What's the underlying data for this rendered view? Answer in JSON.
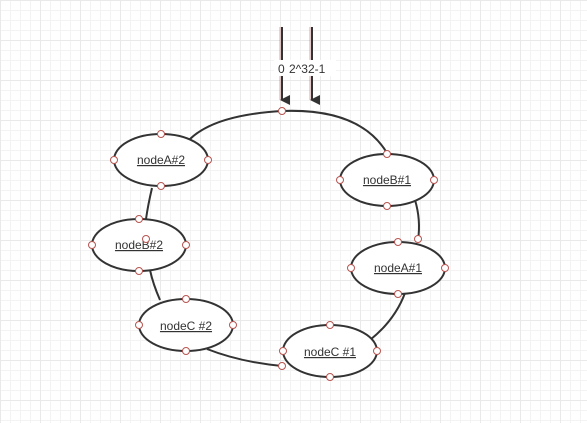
{
  "labels": {
    "zero": "0",
    "max": "2^32-1"
  },
  "nodes": [
    {
      "id": "nodeA2",
      "label": "nodeA#2"
    },
    {
      "id": "nodeB1",
      "label": "nodeB#1"
    },
    {
      "id": "nodeB2",
      "label": "nodeB#2"
    },
    {
      "id": "nodeA1",
      "label": "nodeA#1"
    },
    {
      "id": "nodeC2",
      "label": "nodeC #2"
    },
    {
      "id": "nodeC1",
      "label": "nodeC #1"
    }
  ],
  "colors": {
    "stroke": "#333333",
    "handle": "#b85450",
    "grid": "#e9e9e9"
  }
}
